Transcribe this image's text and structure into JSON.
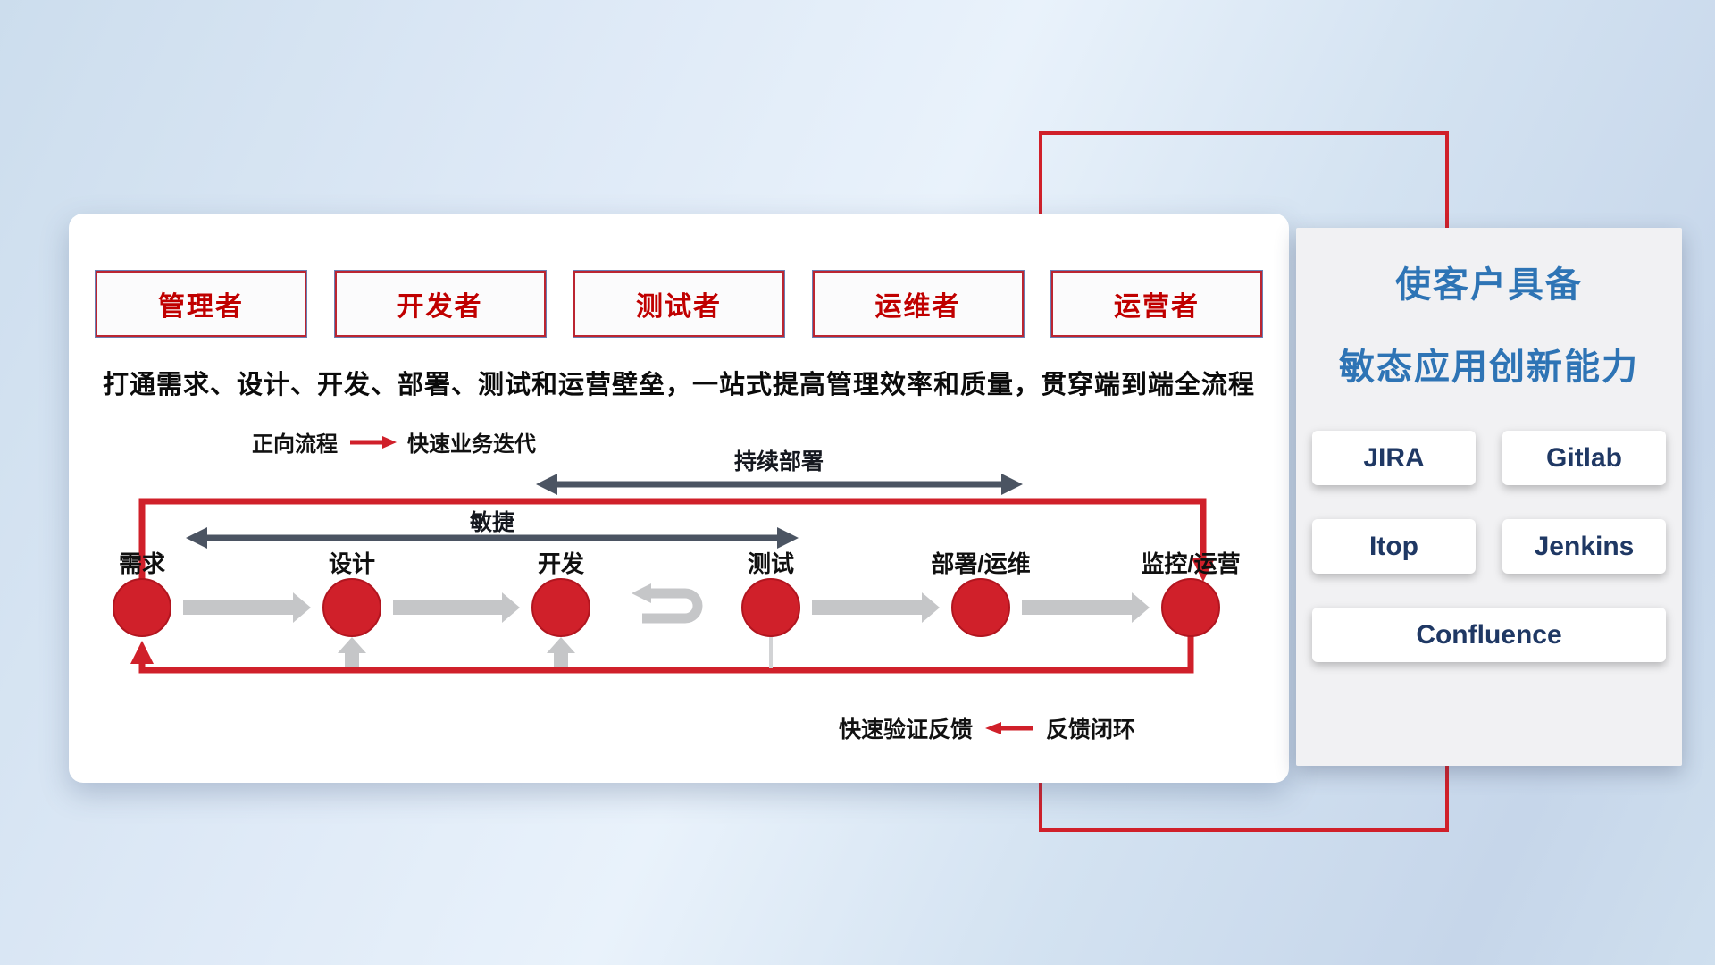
{
  "colors": {
    "red": "#d0202a",
    "dark_arrow": "#4b5462",
    "light_arrow": "#c5c6c8",
    "role_text": "#c00000",
    "panel_title_blue": "#2e74b5",
    "tool_text_navy": "#1f3864"
  },
  "card": {
    "roles": [
      "管理者",
      "开发者",
      "测试者",
      "运维者",
      "运营者"
    ],
    "headline": "打通需求、设计、开发、部署、测试和运营壁垒，一站式提高管理效率和质量，贯穿端到端全流程",
    "forward_legend": {
      "label": "正向流程",
      "desc": "快速业务迭代"
    },
    "deploy_arrow_label": "持续部署",
    "agile_arrow_label": "敏捷",
    "stages": [
      "需求",
      "设计",
      "开发",
      "测试",
      "部署/运维",
      "监控/运营"
    ],
    "feedback_legend": {
      "desc": "快速验证反馈",
      "label": "反馈闭环"
    }
  },
  "panel": {
    "title_line1": "使客户具备",
    "title_line2": "敏态应用创新能力",
    "tools": [
      "JIRA",
      "Gitlab",
      "Itop",
      "Jenkins",
      "Confluence"
    ]
  }
}
